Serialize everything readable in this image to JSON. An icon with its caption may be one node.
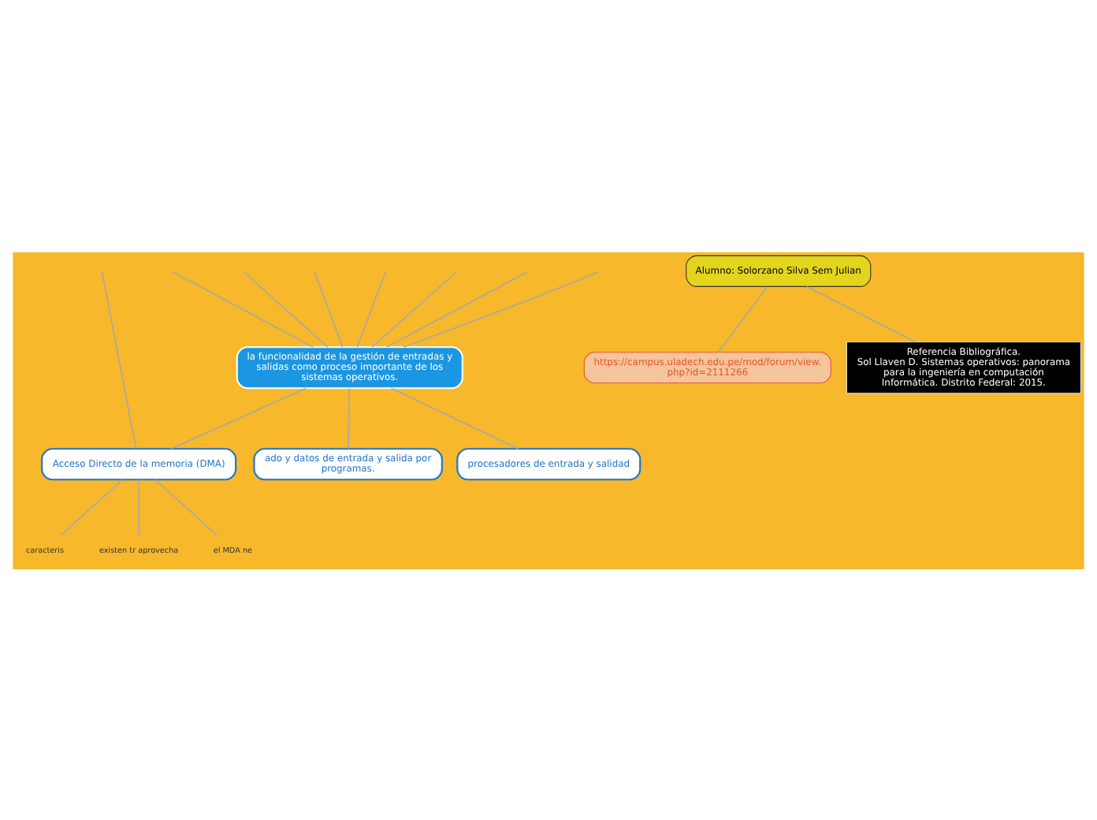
{
  "diagram": {
    "nodes": [
      {
        "text": [
          "la funcionalidad de la gestión de entradas y salidas como proceso importante de los sistemas operativos."
        ]
      },
      {
        "text": [
          "ado y datos de entrada y salida por programas."
        ]
      },
      {
        "text": [
          "Acceso Directo de la memoria (DMA)"
        ]
      },
      {
        "text": [
          "procesadores de entrada y salidad"
        ]
      },
      {
        "text": [
          "caracteris"
        ]
      },
      {
        "text": [
          "existen tr aprovecha"
        ]
      },
      {
        "text": [
          "el MDA ne"
        ]
      },
      {
        "text": [
          "Alumno: Solorzano Silva Sem Julian"
        ]
      },
      {
        "text": [
          "https://campus.uladech.edu.pe/mod/forum/view.php?id=2111266"
        ]
      },
      {
        "text": [
          "Referencia Bibliográfica.",
          "Sol Llaven D. Sistemas operativos: panorama para la ingeniería en computación Informática. Distrito Federal: 2015."
        ]
      }
    ],
    "edges": [
      {
        "from": 0,
        "to": null,
        "arrow": "none"
      },
      {
        "from": 0,
        "to": null,
        "arrow": "none"
      },
      {
        "from": 0,
        "to": null,
        "arrow": "none"
      },
      {
        "from": 0,
        "to": null,
        "arrow": "none"
      },
      {
        "from": 0,
        "to": null,
        "arrow": "none"
      },
      {
        "from": 0,
        "to": null,
        "arrow": "none"
      },
      {
        "from": 0,
        "to": null,
        "arrow": "none"
      },
      {
        "from": 0,
        "to": 1,
        "arrow": "none"
      },
      {
        "from": 0,
        "to": 2,
        "arrow": "none"
      },
      {
        "from": 0,
        "to": 3,
        "arrow": "none"
      },
      {
        "from": 2,
        "to": null,
        "arrow": "none"
      },
      {
        "from": 2,
        "to": 4,
        "arrow": "none"
      },
      {
        "from": 2,
        "to": 5,
        "arrow": "none"
      },
      {
        "from": 2,
        "to": 6,
        "arrow": "none"
      },
      {
        "from": 7,
        "to": 8,
        "arrow": "none"
      },
      {
        "from": 7,
        "to": 9,
        "arrow": "none"
      }
    ]
  }
}
